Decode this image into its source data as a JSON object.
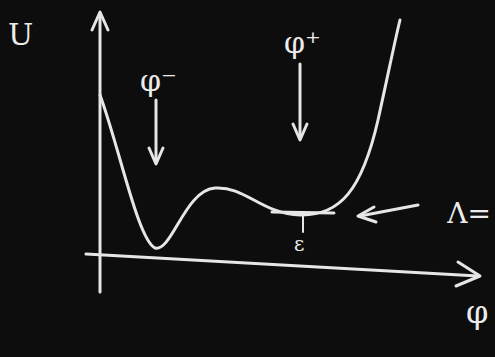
{
  "diagram": {
    "labels": [
      "U",
      "φ⁻",
      "φ⁺",
      "ε",
      "Λ=",
      "φ"
    ]
  }
}
